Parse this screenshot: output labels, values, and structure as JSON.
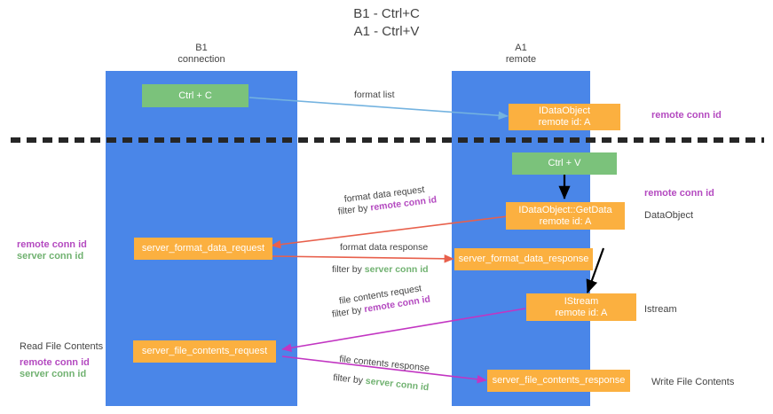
{
  "title": {
    "line1": "B1 - Ctrl+C",
    "line2": "A1 - Ctrl+V"
  },
  "lanes": [
    {
      "name": "B1",
      "role": "connection",
      "color": "#4a86e8"
    },
    {
      "name": "A1",
      "role": "remote",
      "color": "#4a86e8"
    }
  ],
  "nodes": {
    "ctrl_c": {
      "line1": "Ctrl + C",
      "line2": "",
      "color": "#7bc27b"
    },
    "idataobject": {
      "line1": "IDataObject",
      "line2": "remote id: A",
      "color": "#fbb040"
    },
    "ctrl_v": {
      "line1": "Ctrl + V",
      "line2": "",
      "color": "#7bc27b"
    },
    "getdata": {
      "line1": "IDataObject::GetData",
      "line2": "remote id: A",
      "color": "#fbb040"
    },
    "server_format_data_request": {
      "line1": "server_format_data_request",
      "line2": "",
      "color": "#fbb040"
    },
    "server_format_data_response": {
      "line1": "server_format_data_response",
      "line2": "",
      "color": "#fbb040"
    },
    "istream": {
      "line1": "IStream",
      "line2": "remote id: A",
      "color": "#fbb040"
    },
    "server_file_contents_request": {
      "line1": "server_file_contents_request",
      "line2": "",
      "color": "#fbb040"
    },
    "server_file_contents_response": {
      "line1": "server_file_contents_response",
      "line2": "",
      "color": "#fbb040"
    }
  },
  "edge_labels": {
    "format_list": {
      "text": "format list"
    },
    "format_data_request": {
      "text": "format data request"
    },
    "format_data_request_filter": {
      "prefix": "filter by ",
      "key": "remote conn id"
    },
    "format_data_response": {
      "text": "format data response"
    },
    "format_data_response_filter": {
      "prefix": "filter by ",
      "key": "server conn id"
    },
    "file_contents_request": {
      "text": "file contents request"
    },
    "file_contents_request_filter": {
      "prefix": "filter by ",
      "key": "remote conn id"
    },
    "file_contents_response": {
      "text": "file contents response"
    },
    "file_contents_response_filter": {
      "prefix": "filter by ",
      "key": "server conn id"
    }
  },
  "captions": {
    "right_remote_conn_id_top": "remote conn id",
    "right_remote_conn_id_mid": "remote conn id",
    "right_dataobject": "DataObject",
    "right_istream": "Istream",
    "right_write_file_contents": "Write File Contents",
    "left_remote_conn_id_mid": "remote conn id",
    "left_server_conn_id_mid": "server conn id",
    "left_read_file_contents": "Read File Contents",
    "left_remote_conn_id_bot": "remote conn id",
    "left_server_conn_id_bot": "server conn id"
  },
  "colors": {
    "lane": "#4a86e8",
    "green_node": "#7bc27b",
    "orange_node": "#fbb040",
    "remote_conn_id": "#b44ac0",
    "server_conn_id": "#71b271",
    "arrow_blue": "#74b3e0",
    "arrow_red": "#e8604c",
    "arrow_magenta": "#c235c2",
    "arrow_black": "#000000",
    "separator": "#262626",
    "text": "#444444"
  }
}
